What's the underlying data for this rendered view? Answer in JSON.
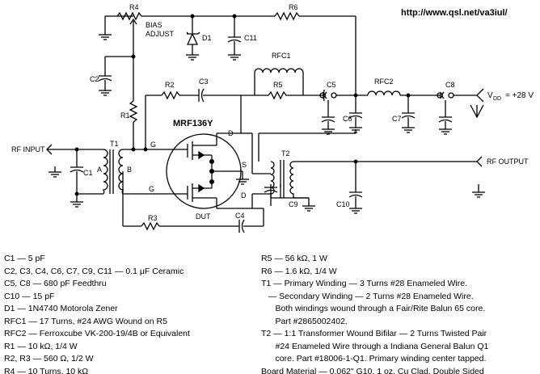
{
  "url": "http://www.qsl.net/va3iul/",
  "labels": {
    "r4": "R4",
    "bias": "BIAS",
    "adjust": "ADJUST",
    "d1": "D1",
    "c11": "C11",
    "r6": "R6",
    "rfc1": "RFC1",
    "r5": "R5",
    "c5": "C5",
    "rfc2": "RFC2",
    "c8": "C8",
    "vdd": "V",
    "vdd_sub": "DD",
    "vdd_val": "= +28 V",
    "c2": "C2",
    "r2": "R2",
    "c3": "C3",
    "r1": "R1",
    "c6": "C6",
    "c7": "C7",
    "mrf": "MRF136Y",
    "rf_input": "RF INPUT",
    "t1": "T1",
    "a": "A",
    "b": "B",
    "c1": "C1",
    "g_top": "G",
    "g_bot": "G",
    "d_top": "D",
    "d_bot": "D",
    "s": "S",
    "t2": "T2",
    "rf_output": "RF OUTPUT",
    "c9": "C9",
    "c10": "C10",
    "r3": "R3",
    "c4": "C4",
    "dut": "DUT"
  },
  "parts_left": [
    "C1 — 5 pF",
    "C2, C3, C4, C6, C7, C9, C11 — 0.1 μF Ceramic",
    "C5, C8 — 680 pF Feedthru",
    "C10 — 15 pF",
    "D1 — 1N4740 Motorola Zener",
    "RFC1 — 17 Turns, #24 AWG Wound on R5",
    "RFC2 — Ferroxcube VK-200-19/4B or Equivalent",
    "R1 — 10 kΩ, 1/4 W",
    "R2, R3 — 560 Ω, 1/2 W",
    "R4 — 10 Turns, 10 kΩ"
  ],
  "parts_right": [
    "R5 — 56 kΩ, 1 W",
    "R6 — 1.6 kΩ, 1/4 W",
    "T1 — Primary Winding — 3 Turns #28 Enameled Wire.",
    "   — Secondary Winding — 2 Turns #28 Enameled Wire.",
    "      Both windings wound through a Fair/Rite Balun 65 core.",
    "      Part #2865002402.",
    "",
    "T2 — 1:1 Transformer Wound Bifilar — 2 Turns Twisted Pair",
    "      #24 Enameled Wire through a Indiana General Balun Q1",
    "      core. Part #18006-1-Q1. Primary winding center tapped.",
    "Board Material — 0.062\" G10, 1 oz. Cu Clad, Double Sided"
  ]
}
